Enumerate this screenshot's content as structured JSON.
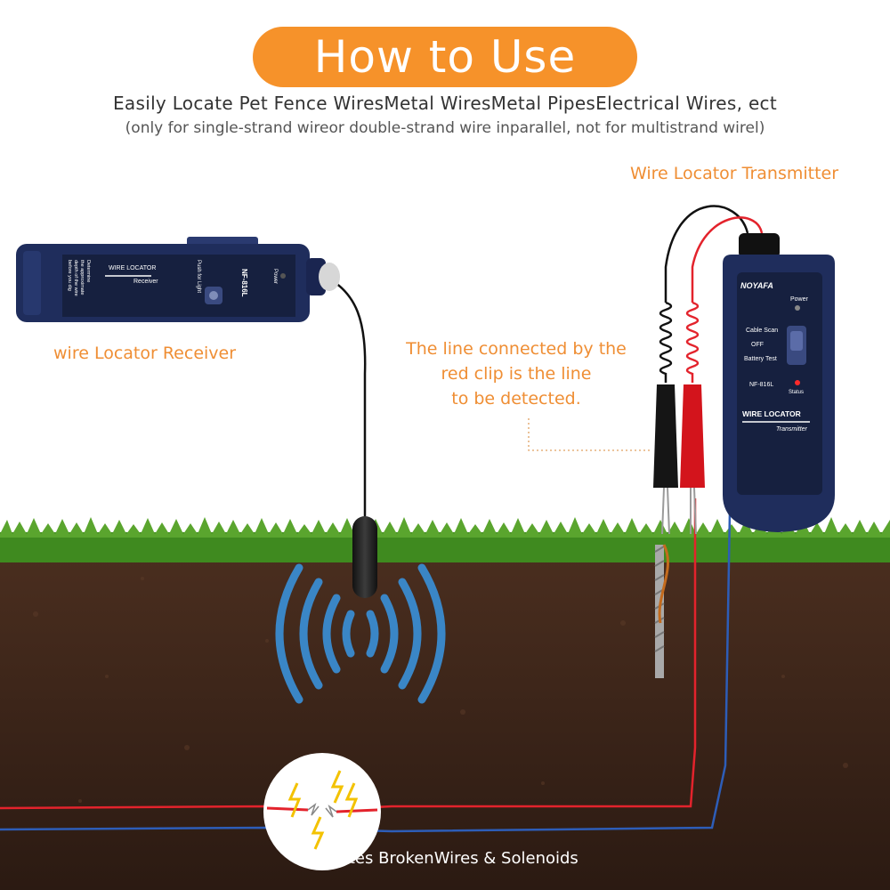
{
  "header": {
    "title": "How to Use",
    "subtitle": "Easily Locate Pet Fence WiresMetal WiresMetal PipesElectrical Wires, ect",
    "note": "(only for single-strand wireor double-strand wire inparallel, not for multistrand wirel)"
  },
  "labels": {
    "transmitter": "Wire Locator Transmitter",
    "receiver": "wire Locator Receiver",
    "callout_line1": "The line connected by the",
    "callout_line2": "red clip is the line",
    "callout_line3": "to be detected.",
    "bottom_caption": "Locates BrokenWires & Solenoids"
  },
  "receiver_device": {
    "model": "NF-816L",
    "power": "Power",
    "push_for_light": "Push for Light",
    "brand_line1": "WIRE LOCATOR",
    "brand_line2": "Receiver",
    "note_line1": "Determine",
    "note_line2": "the approximate",
    "note_line3": "depth of the wire",
    "note_line4": "before you dig"
  },
  "transmitter_device": {
    "brand": "NOYAFA",
    "power": "Power",
    "mode_cable_scan": "Cable Scan",
    "mode_off": "OFF",
    "mode_battery_test": "Battery Test",
    "model": "NF-816L",
    "status": "Status",
    "brand_line1": "WIRE LOCATOR",
    "brand_line2": "Transmitter"
  },
  "colors": {
    "accent_orange": "#f6922a",
    "label_orange": "#ef8e34",
    "device_navy": "#1f2d5c",
    "soil": "#3a2419",
    "grass": "#3f8a1f",
    "signal_blue": "#3a86c6",
    "wire_red": "#e3232c",
    "wire_blue": "#2d5db8"
  }
}
